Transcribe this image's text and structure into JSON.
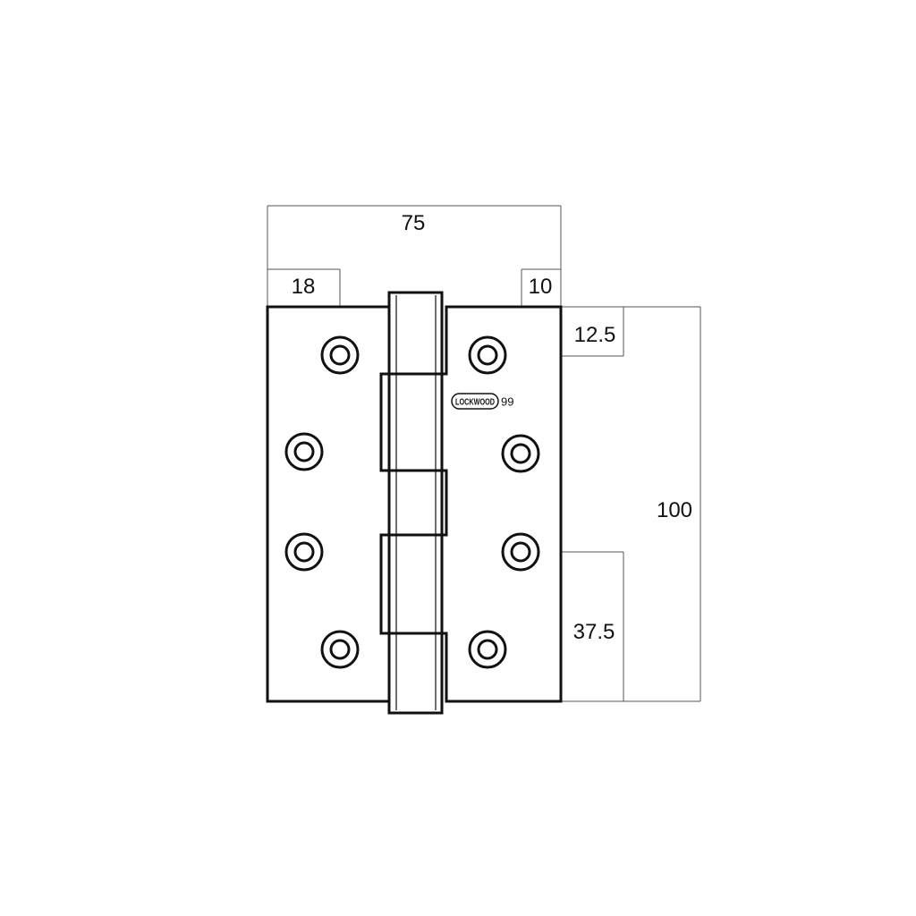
{
  "drawing": {
    "subject": "door hinge",
    "colors": {
      "stroke": "#111111",
      "dimension_line": "#555555",
      "background": "#ffffff"
    },
    "dimensions": {
      "overall_width": "75",
      "hole_offset_left": "18",
      "hole_offset_right": "10",
      "top_hole_offset": "12.5",
      "height": "100",
      "lower_hole_offset": "37.5"
    },
    "brand_mark": {
      "logo_text": "LOCKWOOD",
      "model_number": "99"
    }
  }
}
